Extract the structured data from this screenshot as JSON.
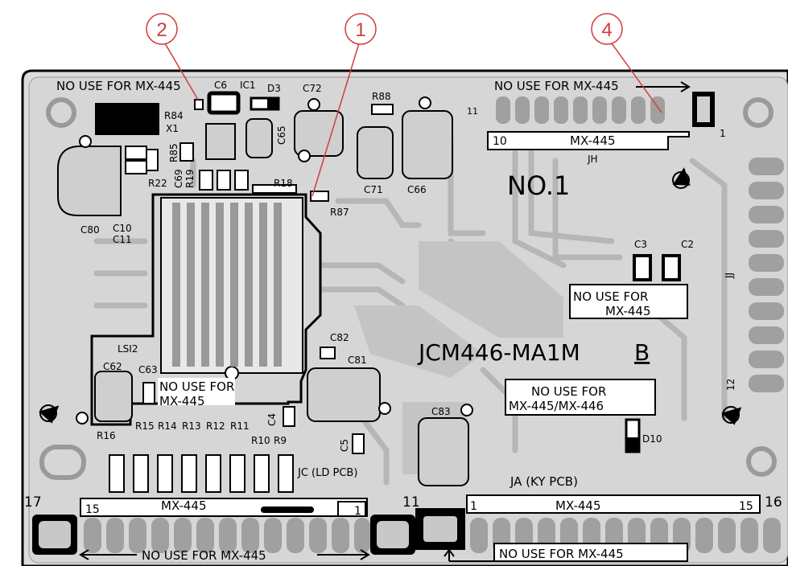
{
  "board": {
    "part_number": "JCM446-MA1M",
    "part_revision": "B",
    "board_id": "NO.1",
    "colors": {
      "board": "#d9d9d9",
      "trace": "#bdbdbd",
      "ink": "#000000",
      "callout": "#d23c3c"
    }
  },
  "callouts": [
    {
      "number": "1"
    },
    {
      "number": "2"
    },
    {
      "number": "4"
    }
  ],
  "notes": {
    "top_left": "NO USE FOR MX-445",
    "top_right": "NO USE FOR MX-445",
    "c2c3_line1": "NO USE FOR",
    "c2c3_line2": "MX-445",
    "lsi_line1": "NO USE FOR",
    "lsi_line2": "MX-445",
    "mid_right_line1": "NO USE FOR",
    "mid_right_line2": "MX-445/MX-446",
    "bottom_left": "NO USE FOR MX-445",
    "bottom_right": "NO USE FOR MX-445"
  },
  "connectors": {
    "jh": {
      "name": "JH",
      "label": "MX-445",
      "pin_left": "10",
      "pin_right": "1",
      "pin_top": "11"
    },
    "jj": {
      "name": "JJ",
      "pin_top": "1",
      "pin_bottom": "12"
    },
    "jc": {
      "name": "JC (LD PCB)",
      "label": "MX-445",
      "pin_left": "15",
      "pin_right": "1",
      "pin_outer": "17"
    },
    "ja": {
      "name": "JA (KY PCB)",
      "label": "MX-445",
      "pin_left": "1",
      "pin_right": "15",
      "pin_outer": "16",
      "pin_inner": "11"
    }
  },
  "components": {
    "c6": "C6",
    "ic1": "IC1",
    "d3": "D3",
    "c72": "C72",
    "r88": "R88",
    "r84": "R84",
    "x1": "X1",
    "c65": "C65",
    "r85": "R85",
    "c69": "C69",
    "r19": "R19",
    "r22": "R22",
    "r18": "R18",
    "c71": "C71",
    "c66": "C66",
    "r87": "R87",
    "c80": "C80",
    "c10": "C10",
    "c11": "C11",
    "c3": "C3",
    "c2": "C2",
    "lsi2": "LSI2",
    "c82": "C82",
    "c81": "C81",
    "c62": "C62",
    "c63": "C63",
    "c83": "C83",
    "d10": "D10",
    "c4": "C4",
    "c5": "C5",
    "r16": "R16",
    "r15": "R15",
    "r14": "R14",
    "r13": "R13",
    "r12": "R12",
    "r11": "R11",
    "r10": "R10",
    "r9": "R9"
  }
}
